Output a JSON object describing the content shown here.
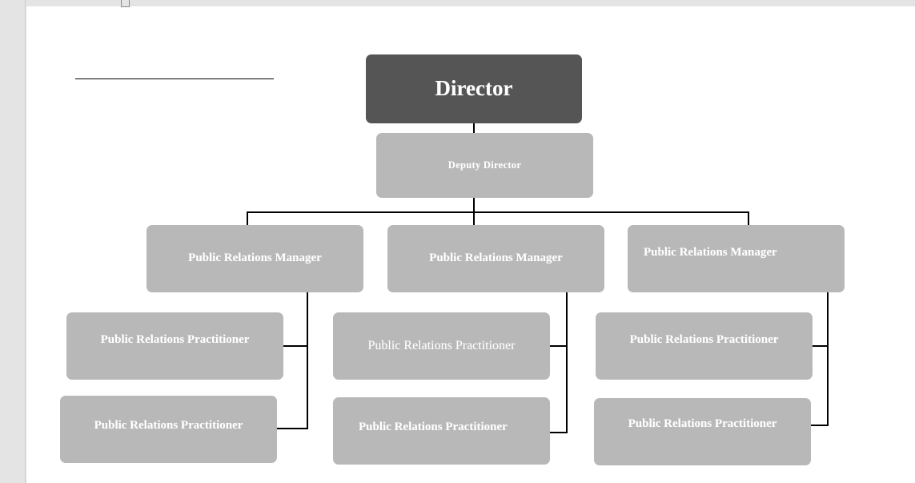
{
  "document": {
    "app_surface": "document-page",
    "ruler_tab_marker": "tab-stop",
    "header_rule": ""
  },
  "colors": {
    "director_fill": "#555555",
    "node_fill": "#b8b8b8",
    "connector": "#000000",
    "page": "#ffffff",
    "margin": "#e4e4e4",
    "text": "#ffffff"
  },
  "chart_data": {
    "type": "diagram",
    "diagram_kind": "organizational-chart",
    "title": "",
    "levels": 4,
    "nodes": [
      {
        "id": "director",
        "label": "Director",
        "level": 0,
        "parent": null
      },
      {
        "id": "deputy",
        "label": "Deputy  Director",
        "level": 1,
        "parent": "director"
      },
      {
        "id": "mgr1",
        "label": "Public Relations Manager",
        "level": 2,
        "parent": "deputy"
      },
      {
        "id": "mgr2",
        "label": "Public Relations Manager",
        "level": 2,
        "parent": "deputy"
      },
      {
        "id": "mgr3",
        "label": "Public Relations Manager",
        "level": 2,
        "parent": "deputy"
      },
      {
        "id": "prac1a",
        "label": "Public Relations Practitioner",
        "level": 3,
        "parent": "mgr1"
      },
      {
        "id": "prac1b",
        "label": "Public Relations Practitioner",
        "level": 3,
        "parent": "mgr1"
      },
      {
        "id": "prac2a",
        "label": "Public Relations Practitioner",
        "level": 3,
        "parent": "mgr2"
      },
      {
        "id": "prac2b",
        "label": "Public Relations Practitioner",
        "level": 3,
        "parent": "mgr2"
      },
      {
        "id": "prac3a",
        "label": "Public Relations Practitioner",
        "level": 3,
        "parent": "mgr3"
      },
      {
        "id": "prac3b",
        "label": "Public Relations Practitioner",
        "level": 3,
        "parent": "mgr3"
      }
    ],
    "edges": [
      {
        "from": "director",
        "to": "deputy"
      },
      {
        "from": "deputy",
        "to": "mgr1"
      },
      {
        "from": "deputy",
        "to": "mgr2"
      },
      {
        "from": "deputy",
        "to": "mgr3"
      },
      {
        "from": "mgr1",
        "to": "prac1a"
      },
      {
        "from": "mgr1",
        "to": "prac1b"
      },
      {
        "from": "mgr2",
        "to": "prac2a"
      },
      {
        "from": "mgr2",
        "to": "prac2b"
      },
      {
        "from": "mgr3",
        "to": "prac3a"
      },
      {
        "from": "mgr3",
        "to": "prac3b"
      }
    ]
  }
}
